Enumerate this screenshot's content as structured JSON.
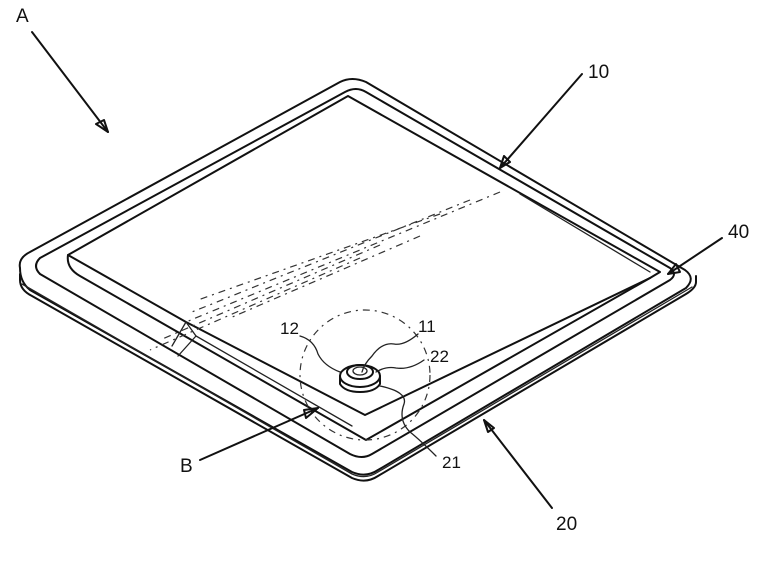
{
  "figure": {
    "labels": {
      "assembly": "A",
      "detail": "B",
      "top_part": "10",
      "bottom_part": "20",
      "edge_seal": "40",
      "button_ring": "11",
      "button_outer": "12",
      "inner_ring": "21",
      "inner_core": "22"
    }
  }
}
